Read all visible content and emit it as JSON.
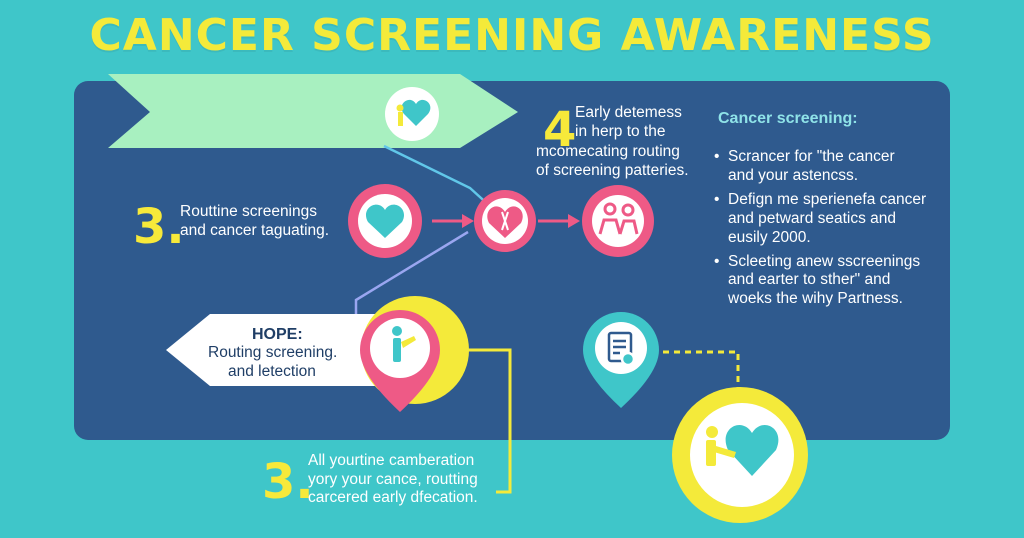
{
  "title": "CANCER SCREENING AWARENESS",
  "colors": {
    "background": "#3fc6c9",
    "panel": "#2f5a8e",
    "accent_yellow": "#f4ea3a",
    "marker_pink": "#ee5a86",
    "marker_teal": "#3fc6c9",
    "ribbon_green": "#a8f0c0"
  },
  "step_top": {
    "number": "4",
    "lines": [
      "Early detemess",
      "in herp to the",
      "mcomecating routing",
      "of screening patteries."
    ]
  },
  "step_left": {
    "number": "3.",
    "lines": [
      "Routtine screenings",
      "and cancer taguating."
    ]
  },
  "hope": {
    "heading": "HOPE:",
    "lines": [
      "Routing screening.",
      "and letection"
    ]
  },
  "step_bottom": {
    "number": "3.",
    "lines": [
      "All yourtine camberation",
      "yory your cance, routting",
      "carcered early dfecation."
    ]
  },
  "side_panel": {
    "title": "Cancer screening:",
    "bullets": [
      [
        "Scrancer for \"the cancer",
        "and your astencss."
      ],
      [
        "Defign me sperienefa cancer",
        "and petward seatics and",
        "eusily 2000."
      ],
      [
        "Scleeting anew sscreenings",
        "and earter to sther\" and",
        "woeks the wihy Partness."
      ]
    ]
  },
  "icons": [
    "heart-hand-icon",
    "heart-icon",
    "heart-ribbon-icon",
    "people-icon",
    "person-icon",
    "checklist-icon",
    "heart-care-icon"
  ]
}
